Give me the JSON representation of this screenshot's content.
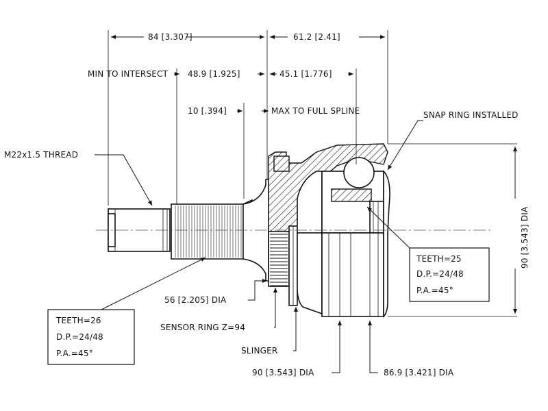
{
  "dimensions": {
    "overall_left": "84 [3.307]",
    "overall_right": "61.2 [2.41]",
    "min_to_intersect_label": "MIN TO INTERSECT",
    "min_to_intersect": "48.9 [1.925]",
    "intersect_right": "45.1 [1.776]",
    "spline_offset": "10 [.394]",
    "max_full_spline": "MAX TO FULL SPLINE",
    "outer_dia": "90 [3.543] DIA",
    "stem_dia": "56 [2.205] DIA",
    "housing_dia": "90 [3.543] DIA",
    "boot_dia": "86.9 [3.421] DIA"
  },
  "callouts": {
    "thread": "M22x1.5 THREAD",
    "snap_ring": "SNAP RING INSTALLED",
    "sensor_ring": "SENSOR RING Z=94",
    "slinger": "SLINGER"
  },
  "spec_left": {
    "teeth": "TEETH=26",
    "dp": "D.P.=24/48",
    "pa": "P.A.=45°"
  },
  "spec_right": {
    "teeth": "TEETH=25",
    "dp": "D.P.=24/48",
    "pa": "P.A.=45°"
  }
}
